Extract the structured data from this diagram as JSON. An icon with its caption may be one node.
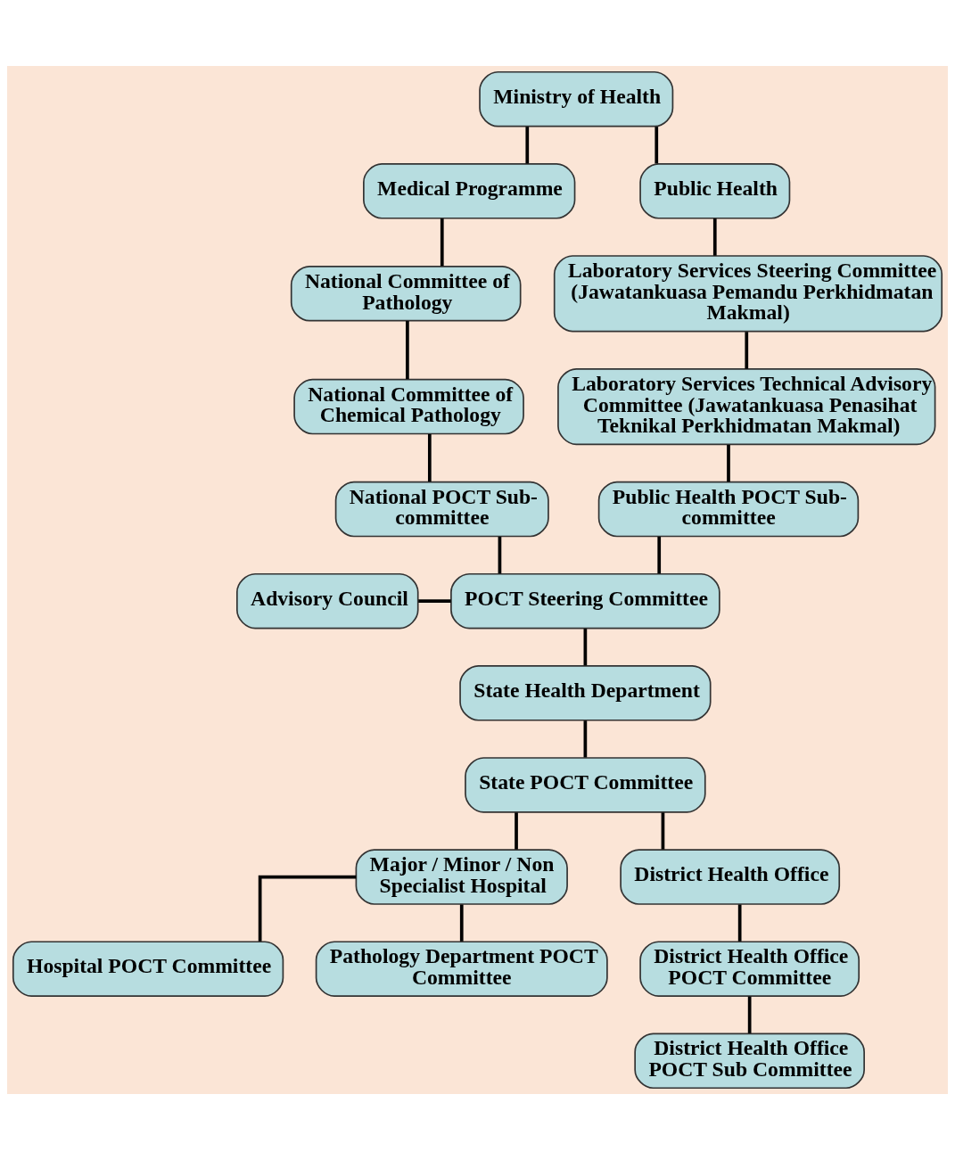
{
  "diagram": {
    "nodes": [
      {
        "text": [
          "Ministry of Health"
        ]
      },
      {
        "text": [
          "Medical Programme"
        ]
      },
      {
        "text": [
          "Public Health"
        ]
      },
      {
        "text": [
          "National Committee of Pathology"
        ]
      },
      {
        "text": [
          "Laboratory Services Steering Committee (Jawatankuasa Pemandu Perkhidmatan Makmal)"
        ]
      },
      {
        "text": [
          "National Committee of Chemical Pathology"
        ]
      },
      {
        "text": [
          "Laboratory Services Technical Advisory Committee (Jawatankuasa Penasihat Teknikal Perkhidmatan Makmal)"
        ]
      },
      {
        "text": [
          "National POCT Sub-committee"
        ]
      },
      {
        "text": [
          "Public Health POCT Sub-committee"
        ]
      },
      {
        "text": [
          "POCT Steering Committee"
        ]
      },
      {
        "text": [
          "Advisory Council"
        ]
      },
      {
        "text": [
          "State Health Department"
        ]
      },
      {
        "text": [
          "State POCT Committee"
        ]
      },
      {
        "text": [
          "Major / Minor / Non Specialist Hospital"
        ]
      },
      {
        "text": [
          "District Health Office"
        ]
      },
      {
        "text": [
          "Hospital POCT Committee"
        ]
      },
      {
        "text": [
          "Pathology Department POCT Committee"
        ]
      },
      {
        "text": [
          "District Health Office POCT Committee"
        ]
      },
      {
        "text": [
          "District Health Office POCT Sub Committee"
        ]
      }
    ],
    "edges": [
      {
        "from": 0,
        "to": 1,
        "arrow": "none"
      },
      {
        "from": 0,
        "to": 2,
        "arrow": "none"
      },
      {
        "from": 1,
        "to": 3,
        "arrow": "none"
      },
      {
        "from": 2,
        "to": 4,
        "arrow": "none"
      },
      {
        "from": 3,
        "to": 5,
        "arrow": "none"
      },
      {
        "from": 4,
        "to": 6,
        "arrow": "none"
      },
      {
        "from": 5,
        "to": 7,
        "arrow": "none"
      },
      {
        "from": 6,
        "to": 8,
        "arrow": "none"
      },
      {
        "from": 7,
        "to": 9,
        "arrow": "none"
      },
      {
        "from": 8,
        "to": 9,
        "arrow": "none"
      },
      {
        "from": 10,
        "to": 9,
        "arrow": "none"
      },
      {
        "from": 9,
        "to": 11,
        "arrow": "none"
      },
      {
        "from": 11,
        "to": 12,
        "arrow": "none"
      },
      {
        "from": 12,
        "to": 13,
        "arrow": "none"
      },
      {
        "from": 12,
        "to": 14,
        "arrow": "none"
      },
      {
        "from": 13,
        "to": 15,
        "arrow": "none"
      },
      {
        "from": 13,
        "to": 16,
        "arrow": "none"
      },
      {
        "from": 14,
        "to": 17,
        "arrow": "none"
      },
      {
        "from": 17,
        "to": 18,
        "arrow": "none"
      }
    ]
  }
}
